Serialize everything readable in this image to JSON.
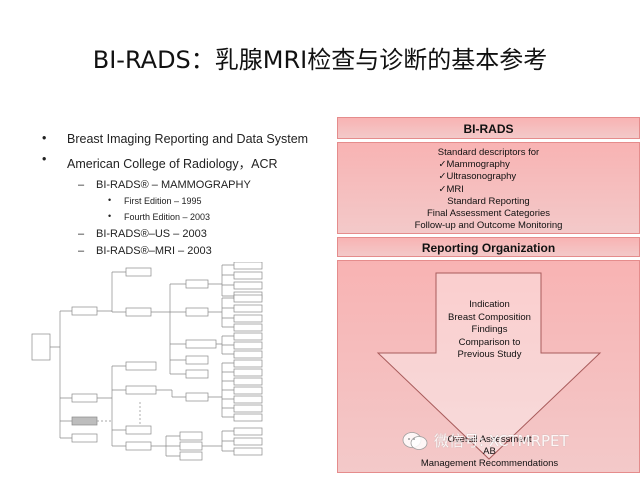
{
  "title": "BI-RADS：乳腺MRI检查与诊断的基本参考",
  "bullets": {
    "b1a": "Breast Imaging Reporting and Data System",
    "b1b": "American College of Radiology，ACR",
    "b2a": "BI-RADS® – MAMMOGRAPHY",
    "b3a": "First Edition – 1995",
    "b3b": "Fourth  Edition – 2003",
    "b2b": "BI-RADS®–US – 2003",
    "b2c": "BI-RADS®–MRI – 2003"
  },
  "panel": {
    "header1": "BI-RADS",
    "desc": {
      "line1": "Standard descriptors for",
      "items": [
        "✓Mammography",
        "✓Ultrasonography",
        "✓MRI"
      ],
      "line2": "Standard Reporting",
      "line3": "Final Assessment Categories",
      "line4": "Follow-up and Outcome Monitoring"
    },
    "header2": "Reporting Organization",
    "arrow_items": [
      "Indication",
      "Breast Composition",
      "Findings",
      "Comparison to",
      "Previous Study"
    ],
    "bottom": [
      "Overall Assessment",
      "AB",
      "Management Recommendations"
    ]
  },
  "watermark": "微信号: XCTMRPET",
  "colors": {
    "panel_fill": "#f8b3b3",
    "panel_border": "#e58c8c"
  }
}
